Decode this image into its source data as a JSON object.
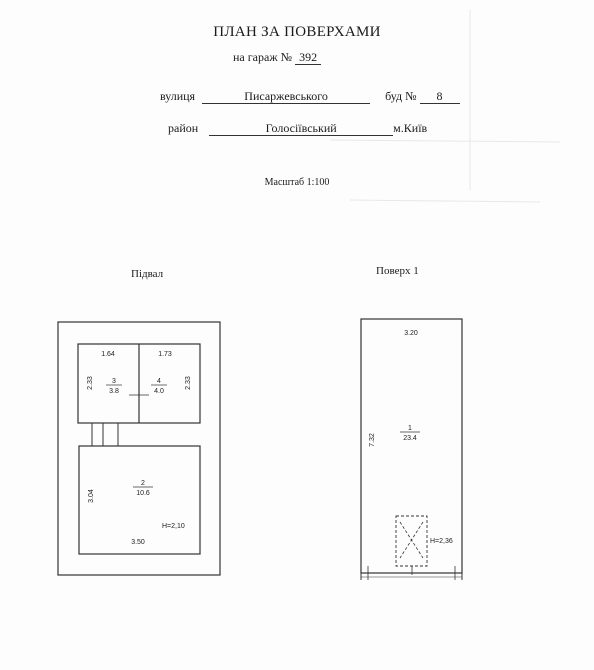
{
  "header": {
    "title": "ПЛАН ЗА ПОВЕРХАМИ",
    "garage_prefix": "на гараж №",
    "garage_no": "392"
  },
  "address": {
    "street_label": "вулиця",
    "street": "Писаржевського",
    "bud_label": "буд №",
    "bud_no": "8",
    "district_label": "район",
    "district": "Голосіївський",
    "city": "м.Київ"
  },
  "scale_text": "Масштаб 1:100",
  "floors": {
    "basement": {
      "label": "Підвал",
      "dims": {
        "room3_width": "1.64",
        "room4_width": "1.73",
        "room3_height": "2.33",
        "room4_height": "2.33",
        "room2_height": "3.04",
        "room2_width": "3.50",
        "room2_ceiling": "H=2,10"
      },
      "rooms": [
        {
          "no": "3",
          "area": "3.8"
        },
        {
          "no": "4",
          "area": "4.0"
        },
        {
          "no": "2",
          "area": "10.6"
        }
      ]
    },
    "first": {
      "label": "Поверх 1",
      "dims": {
        "width": "3.20",
        "height": "7.32",
        "ceiling": "H=2,36"
      },
      "rooms": [
        {
          "no": "1",
          "area": "23.4"
        }
      ]
    }
  }
}
